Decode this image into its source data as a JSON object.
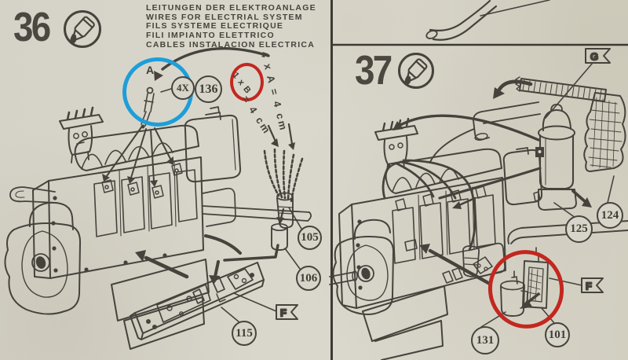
{
  "page": {
    "paper_color": "#d6d4c9",
    "ink_color": "#45433c",
    "highlight_blue": "#1e9ed8",
    "highlight_red": "#c3271f"
  },
  "step36": {
    "number": "36",
    "glue_icon": "glue-tube-in-circle",
    "header_lines": [
      "LEITUNGEN DER ELEKTROANLAGE",
      "WIRES FOR ELECTRIAL SYSTEM",
      "FILS SYSTEME ELECTRIQUE",
      "FILI IMPIANTO ELETTRICO",
      "CABLES INSTALACION ELECTRICA"
    ],
    "wire_a_label": "A",
    "wire_a_qty": "4X",
    "wire_a_part": "136",
    "wire_a_length": "4 x A = 4 cm",
    "wire_b_label": "1 x B",
    "wire_b_length": "= 4 cm",
    "parts": {
      "p105": "105",
      "p106": "106",
      "p115": "115"
    },
    "flag_f": "F"
  },
  "step37": {
    "number": "37",
    "glue_icon": "glue-tube-in-circle",
    "parts": {
      "p124": "124",
      "p125": "125",
      "p131": "131",
      "p101": "101"
    },
    "flag_g": "G",
    "flag_f": "F"
  }
}
